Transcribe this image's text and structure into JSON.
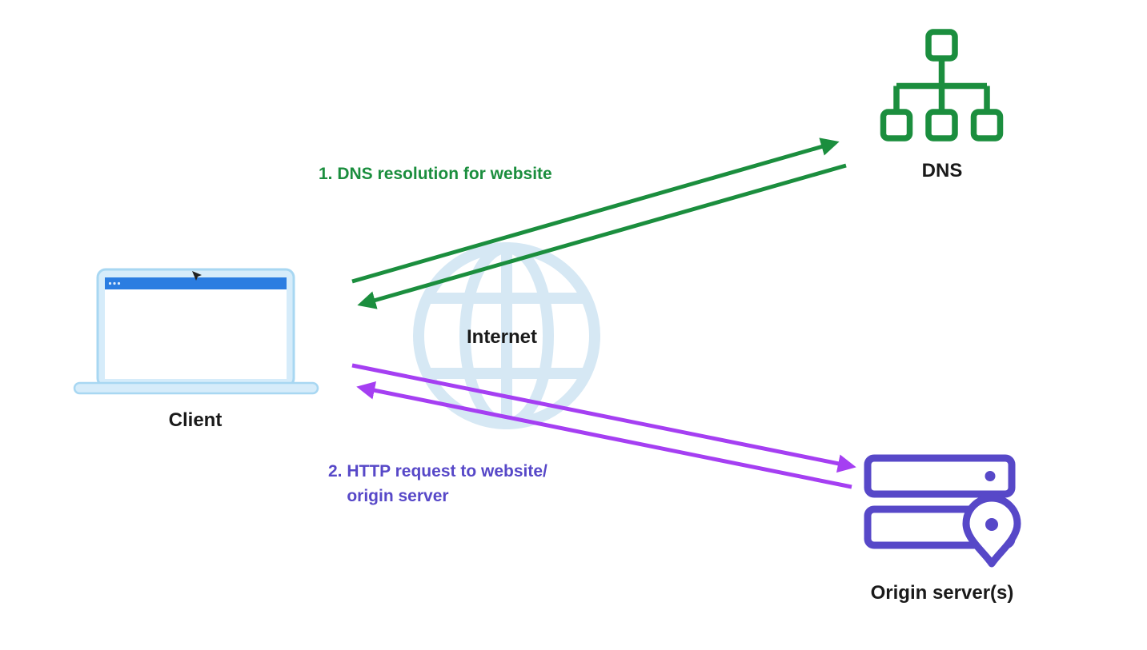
{
  "labels": {
    "client": "Client",
    "internet": "Internet",
    "dns": "DNS",
    "origin_server": "Origin server(s)"
  },
  "steps": [
    {
      "text": "1. DNS resolution for website"
    },
    {
      "text": "2. HTTP request to website/\n    origin server"
    }
  ],
  "icons": {
    "client": "laptop-icon",
    "internet": "globe-icon",
    "dns": "sitemap-icon",
    "origin_server": "server-stack-with-location-pin-icon"
  },
  "arrows": [
    {
      "name": "dns-request",
      "from": "Client",
      "to": "DNS",
      "color": "#1b8e3e"
    },
    {
      "name": "dns-response",
      "from": "DNS",
      "to": "Client",
      "color": "#1b8e3e"
    },
    {
      "name": "http-request",
      "from": "Client",
      "to": "Origin server(s)",
      "color": "#a53ff2"
    },
    {
      "name": "http-response",
      "from": "Origin server(s)",
      "to": "Client",
      "color": "#a53ff2"
    }
  ],
  "colors": {
    "green": "#1b8e3e",
    "purple-arrow": "#a53ff2",
    "indigo": "#5748c8",
    "laptop-fill": "#d6ecfa",
    "laptop-border": "#a8d7f2",
    "laptop-bar": "#2b7de1",
    "globe": "#d6e8f4",
    "text": "#1a1a1a",
    "background": "#ffffff"
  }
}
